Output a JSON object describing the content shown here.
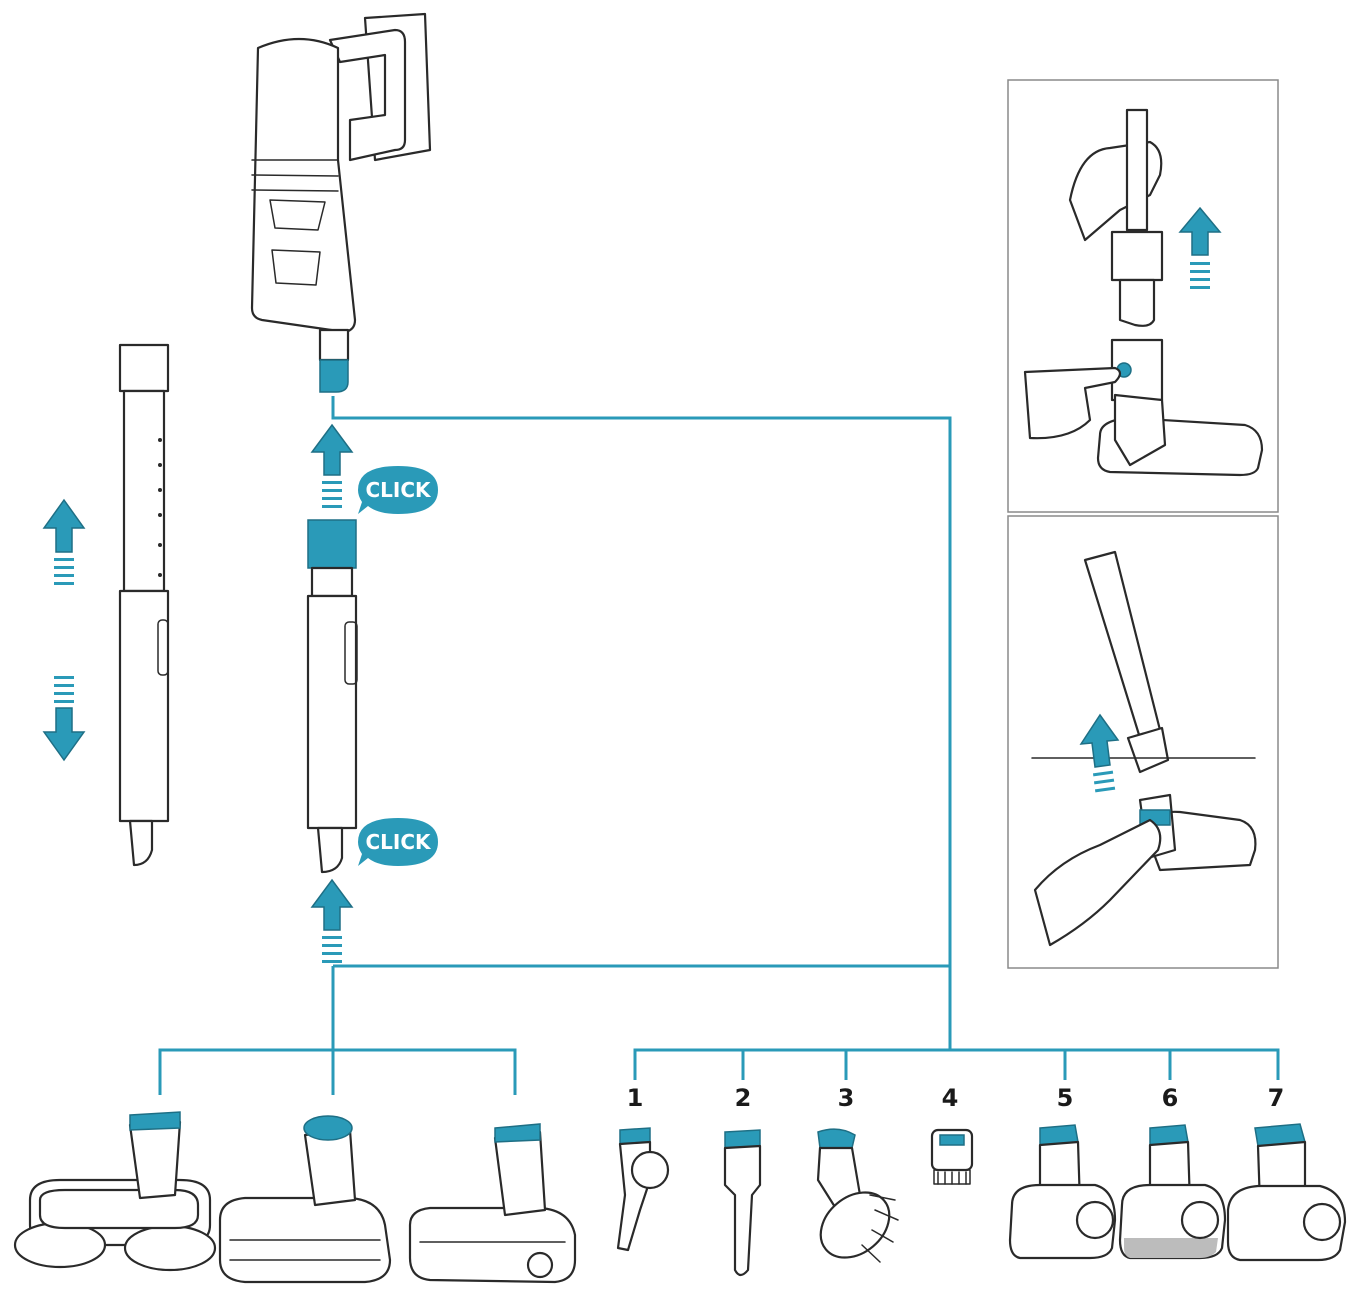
{
  "callouts": {
    "click_top": "CLICK",
    "click_bottom": "CLICK"
  },
  "attachments": {
    "numbers": [
      "1",
      "2",
      "3",
      "4",
      "5",
      "6",
      "7"
    ]
  },
  "colors": {
    "accent": "#2a9ab8",
    "ink": "#2a2a2a",
    "panel_border": "#8a8a8a"
  },
  "icons": [
    "arrow-up-icon",
    "arrow-down-icon",
    "click-bubble-icon",
    "hand-icon"
  ]
}
